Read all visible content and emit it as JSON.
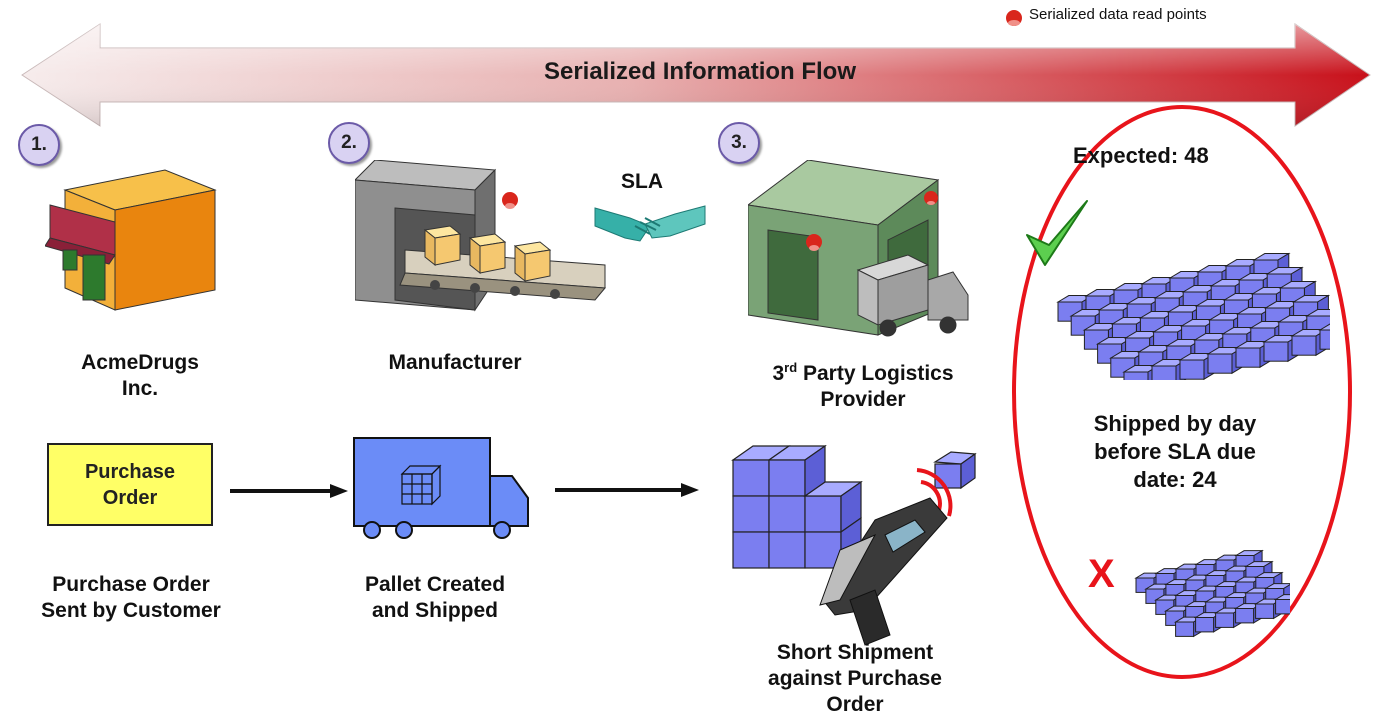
{
  "legend": {
    "text": "Serialized data read points"
  },
  "flow_banner": {
    "title": "Serialized Information Flow"
  },
  "steps": [
    {
      "number": "1.",
      "name_line1": "AcmeDrugs",
      "name_line2": "Inc."
    },
    {
      "number": "2.",
      "name": "Manufacturer"
    },
    {
      "number": "3.",
      "name_prefix": "3",
      "name_sup": "rd",
      "name_line1": " Party Logistics",
      "name_line2": "Provider"
    }
  ],
  "sla": {
    "label": "SLA"
  },
  "purchase_order_box": {
    "line1": "Purchase",
    "line2": "Order"
  },
  "captions": {
    "po_sent": {
      "line1": "Purchase Order",
      "line2": "Sent by Customer"
    },
    "pallet": {
      "line1": "Pallet Created",
      "line2": "and Shipped"
    },
    "short": {
      "line1": "Short Shipment",
      "line2": "against Purchase",
      "line3": "Order"
    }
  },
  "outcome": {
    "expected": "Expected: 48",
    "shipped_line1": "Shipped by day",
    "shipped_line2": "before SLA due",
    "shipped_line3": "date:  24",
    "fail_mark": "X"
  },
  "colors": {
    "arrow_start": "#f4e3e3",
    "arrow_end": "#c8101a",
    "box_blue": "#7b7ef0",
    "po_yellow": "#ffff66",
    "oval_red": "#e8141b",
    "check_green": "#3ab83a"
  }
}
